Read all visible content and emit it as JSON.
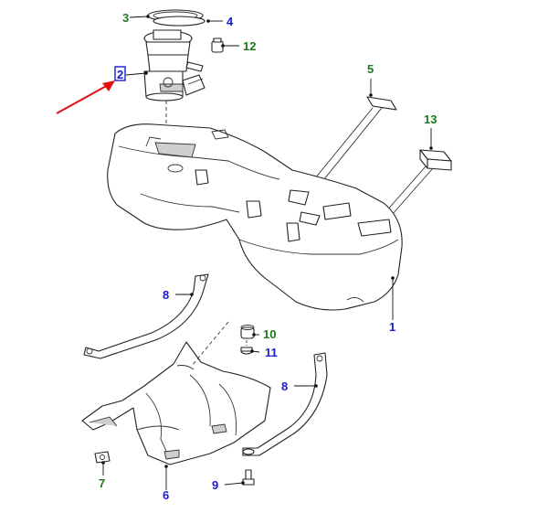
{
  "callouts": {
    "c1": {
      "label": "1",
      "color": "#1a1ad0"
    },
    "c2": {
      "label": "2",
      "color": "#1a1ad0"
    },
    "c3": {
      "label": "3",
      "color": "#1d7a1d"
    },
    "c4": {
      "label": "4",
      "color": "#1a1ad0"
    },
    "c5": {
      "label": "5",
      "color": "#1d7a1d"
    },
    "c6": {
      "label": "6",
      "color": "#1a1ad0"
    },
    "c7": {
      "label": "7",
      "color": "#1d7a1d"
    },
    "c8a": {
      "label": "8",
      "color": "#1a1ad0"
    },
    "c8b": {
      "label": "8",
      "color": "#1a1ad0"
    },
    "c9": {
      "label": "9",
      "color": "#1a1ad0"
    },
    "c10": {
      "label": "10",
      "color": "#1d7a1d"
    },
    "c11": {
      "label": "11",
      "color": "#1a1ad0"
    },
    "c12": {
      "label": "12",
      "color": "#1d7a1d"
    },
    "c13": {
      "label": "13",
      "color": "#1d7a1d"
    }
  },
  "highlight": {
    "selected_callout": "2",
    "pointer_color": "#e01010"
  }
}
